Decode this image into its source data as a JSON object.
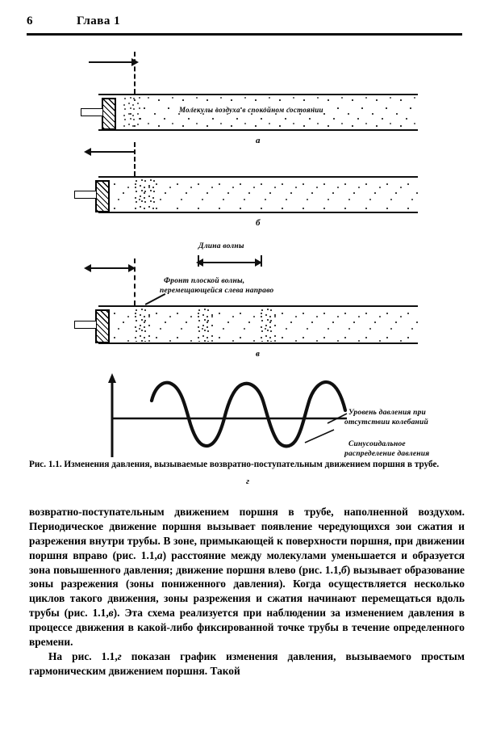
{
  "header": {
    "page_number": "6",
    "chapter": "Глава 1"
  },
  "figure": {
    "panels": [
      {
        "letter": "а",
        "arrow": "right",
        "inner_label": "Молекулы воздуха в спокойном состоянии"
      },
      {
        "letter": "б",
        "arrow": "left",
        "inner_label": ""
      },
      {
        "letter": "в",
        "arrow": "both",
        "wavelength_label": "Длина волны",
        "front_label_line1": "Фронт плоской волны,",
        "front_label_line2": "перемещающейся слева направо"
      },
      {
        "letter": "г",
        "callout1_line1": "Уровень давления при",
        "callout1_line2": "отсутствии колебаний",
        "callout2_line1": "Синусоидальное",
        "callout2_line2": "распределение давления"
      }
    ]
  },
  "caption": {
    "text": "Рис. 1.1. Изменения давления, вызываемые возвратно-поступательным движением поршня в трубе."
  },
  "body": {
    "para1_a": "возвратно-поступательным движением поршня в трубе, наполненной воздухом. Периодическое движение поршня вызывает появление чередующихся зои сжатия и разрежения внутри трубы. В зоне, примыкающей к поверхности поршня, при движении поршня вправо (рис. 1.1,",
    "para1_it1": "а",
    "para1_b": ") расстояние между молекулами уменьшается и образуется зона повышенного давления; движение поршня влево (рис. 1.1,",
    "para1_it2": "б",
    "para1_c": ") вызывает образование зоны разрежения (зоны пониженного давления). Когда осуществляется несколько циклов такого движения, зоны разрежения и сжатия начинают перемещаться вдоль трубы (рис. 1.1,",
    "para1_it3": "в",
    "para1_d": "). Эта схема реализуется при наблюдении за изменением давления в процессе движения в какой-либо фиксированной точке трубы в течение определенного времени.",
    "para2_a": "На рис. 1.1,",
    "para2_it1": "г",
    "para2_b": " показан график изменения давления, вызываемого простым гармоническим движением поршня. Такой"
  },
  "chart_data": {
    "type": "line",
    "title": "",
    "xlabel": "",
    "ylabel": "",
    "series": [
      {
        "name": "Синусоидальное распределение давления",
        "function": "sine",
        "cycles": 2.5,
        "amplitude": 1.0
      }
    ],
    "baseline_label": "Уровень давления при отсутствии колебаний",
    "baseline_value": 0,
    "grid": false,
    "legend": "annotations"
  }
}
